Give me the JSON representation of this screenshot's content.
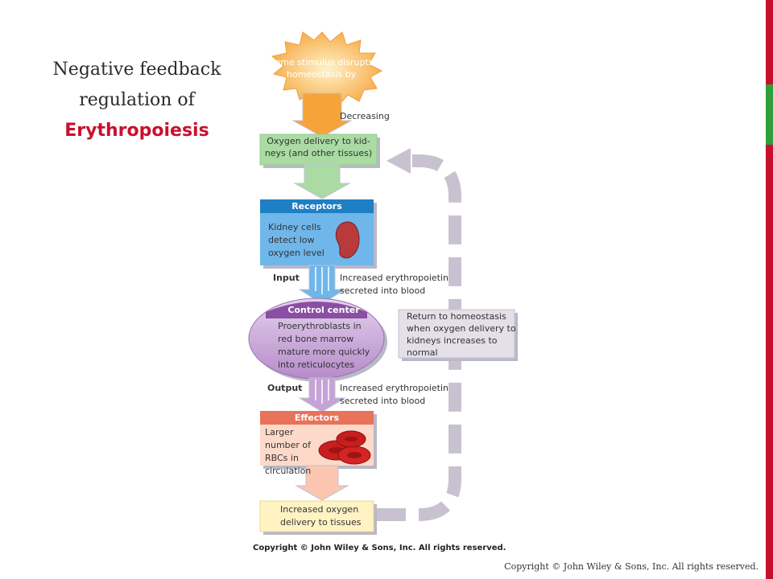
{
  "slide": {
    "title_line1": "Negative feedback",
    "title_line2": "regulation of",
    "title_line3": "Erythropoiesis",
    "footer": "Copyright © John Wiley  & Sons, Inc. All rights reserved."
  },
  "diagram": {
    "stimulus": "Some stimulus disrupts homeostasis by",
    "decreasing_label": "Decreasing",
    "controlled_condition": "Oxygen delivery to kid-neys (and other tissues)",
    "receptors_header": "Receptors",
    "receptors_text": "Kidney cells detect low oxygen level",
    "input_label": "Input",
    "input_text": "Increased erythropoietin secreted into blood",
    "control_center_header": "Control center",
    "control_center_text": "Proerythroblasts in red bone marrow mature more quickly into reticulocytes",
    "output_label": "Output",
    "output_text": "Increased erythropoietin secreted into blood",
    "effectors_header": "Effectors",
    "effectors_text": "Larger number of RBCs in circulation",
    "response_text": "Increased oxygen delivery to tissues",
    "return_text": "Return to homeostasis when oxygen delivery to kidneys increases to normal",
    "copyright": "Copyright © John Wiley & Sons, Inc. All rights reserved."
  },
  "colors": {
    "accent_red": "#c8102e",
    "accent_green": "#2e9e3a",
    "stimulus": "#f6a33a",
    "condition": "#a9dba2",
    "receptors": "#6fb6ea",
    "control": "#b68bc9",
    "effectors": "#e8735a",
    "response": "#fff3c4"
  }
}
